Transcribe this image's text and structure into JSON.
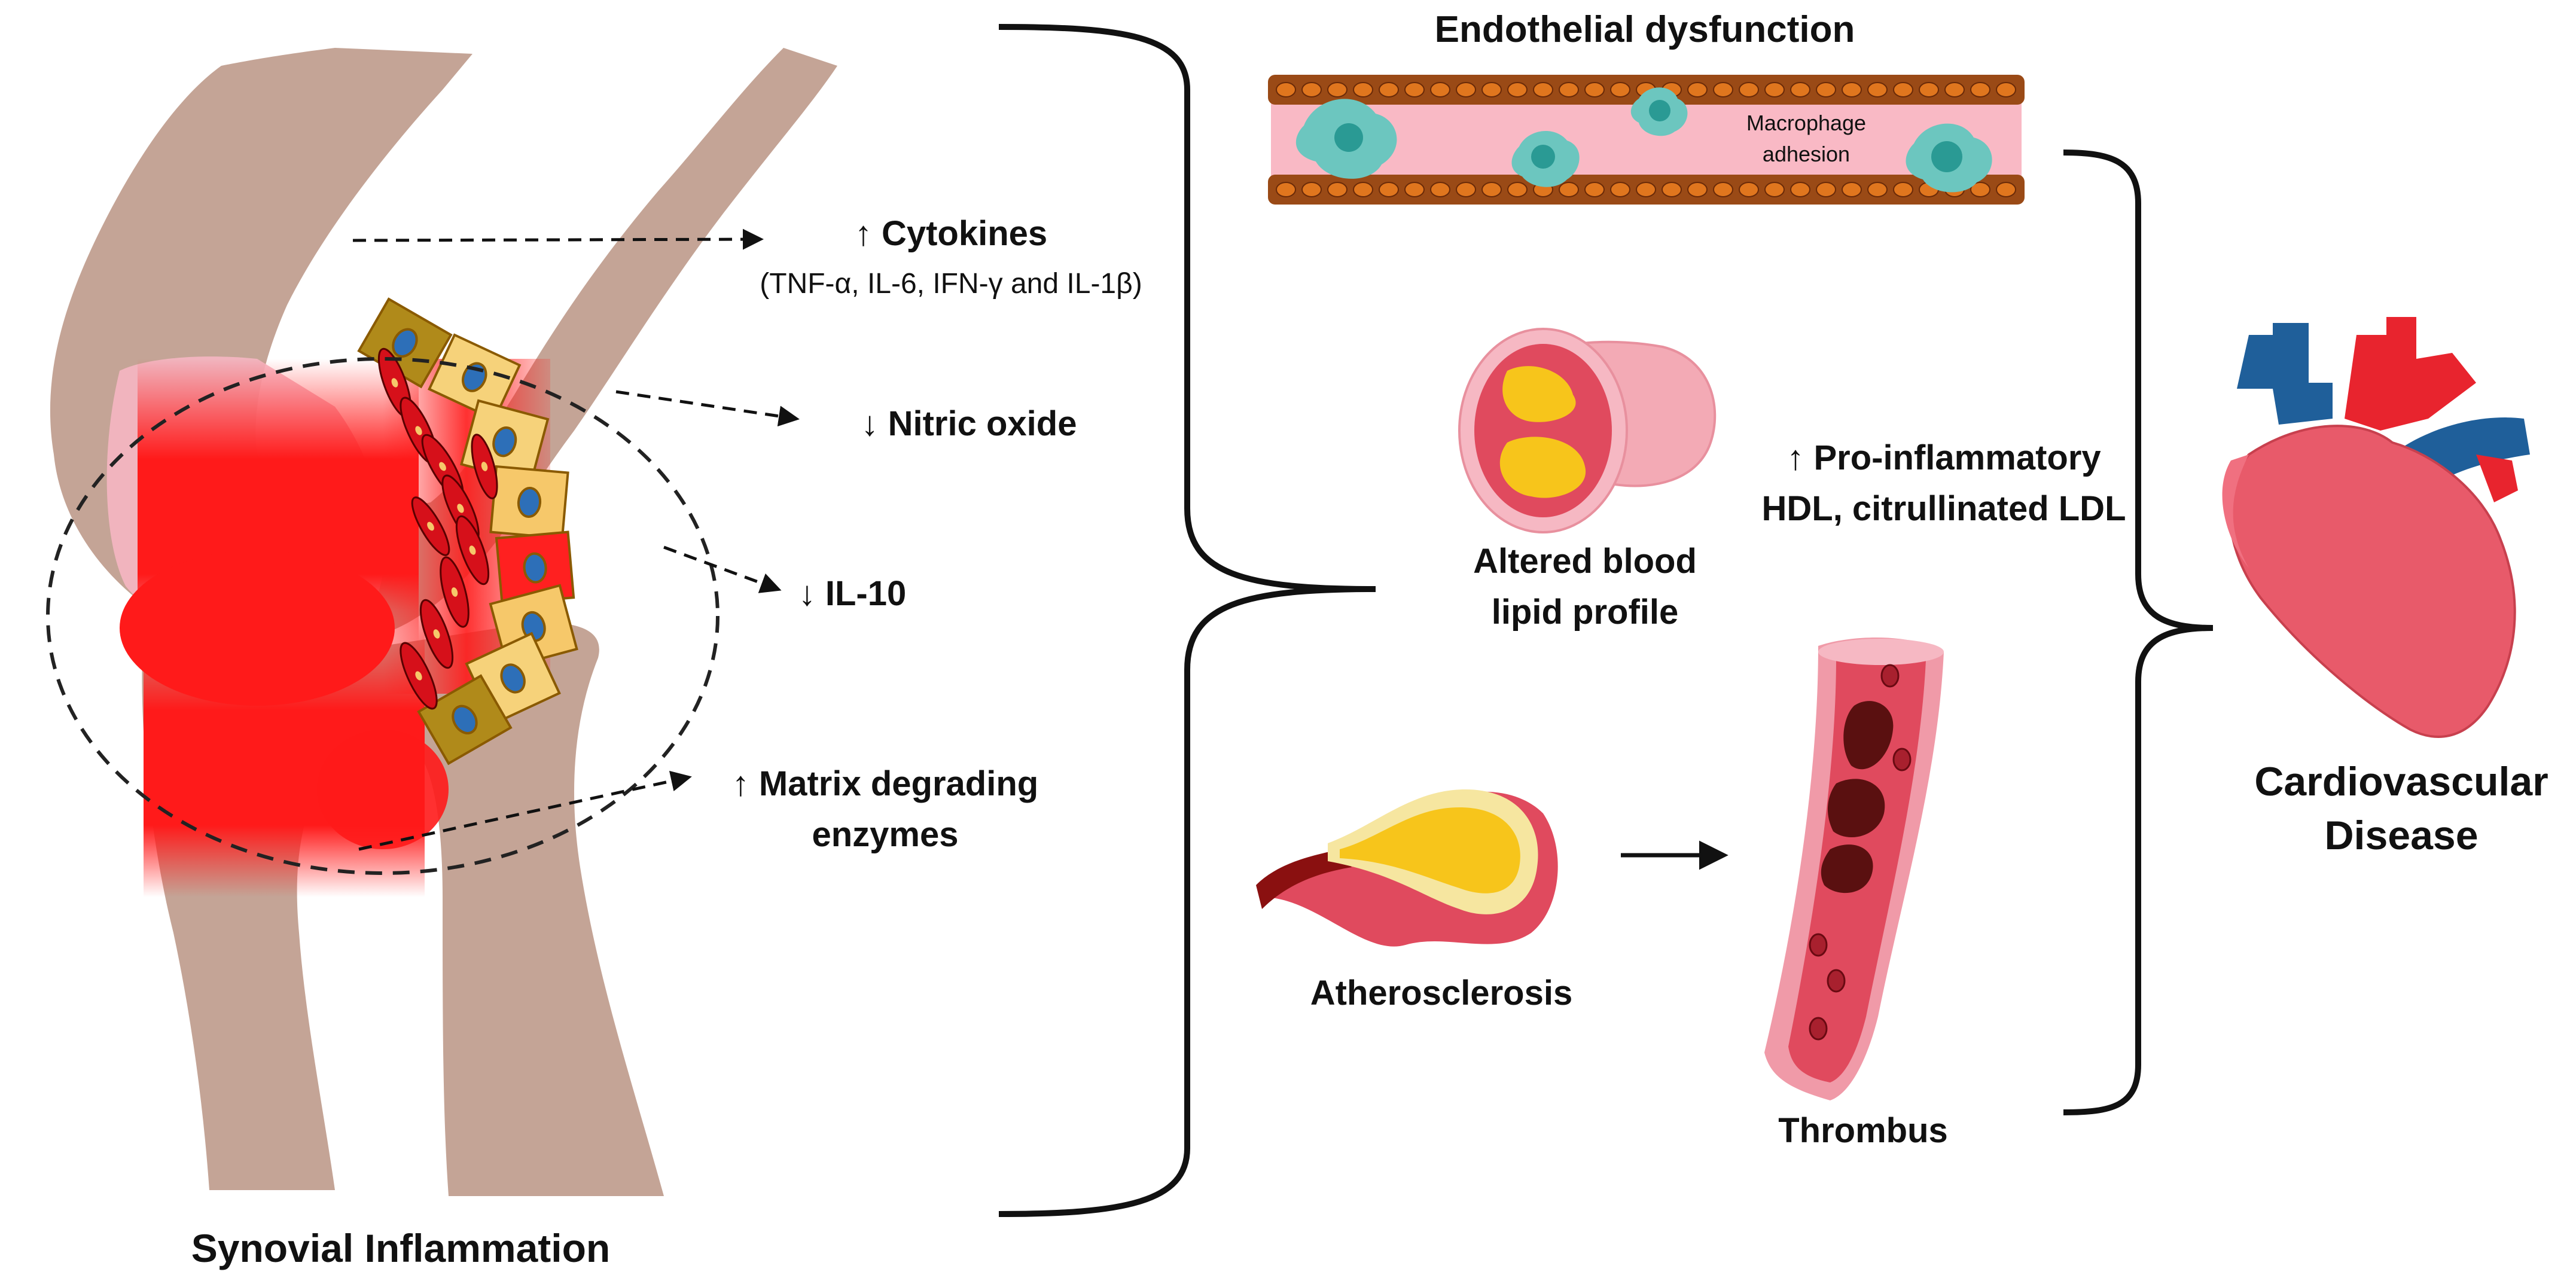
{
  "labels": {
    "cytokines": "↑ Cytokines",
    "cytokines_detail": "(TNF-α, IL-6, IFN-γ and IL-1β)",
    "nitric_oxide": "↓ Nitric oxide",
    "il10": "↓ IL-10",
    "matrix_line1": "↑ Matrix degrading",
    "matrix_line2": "enzymes",
    "synovial": "Synovial Inflammation",
    "endothelial": "Endothelial dysfunction",
    "macrophage_line1": "Macrophage",
    "macrophage_line2": "adhesion",
    "proinflam_line1": "↑ Pro-inflammatory",
    "proinflam_line2": "HDL, citrullinated LDL",
    "lipid_line1": "Altered blood",
    "lipid_line2": "lipid profile",
    "athero": "Atherosclerosis",
    "thrombus": "Thrombus",
    "cvd_line1": "Cardiovascular",
    "cvd_line2": "Disease"
  },
  "colors": {
    "bone": "#c4a496",
    "inflammation": "#ff1a1a",
    "vessel_wall": "#9a4a16",
    "vessel_lumen": "#f9b9c5",
    "macrophage": "#6cc6bf",
    "plaque": "#f7c51b",
    "heart": "#e85a6a",
    "heart_blue": "#1f5f9a",
    "heart_red": "#e8242e"
  }
}
